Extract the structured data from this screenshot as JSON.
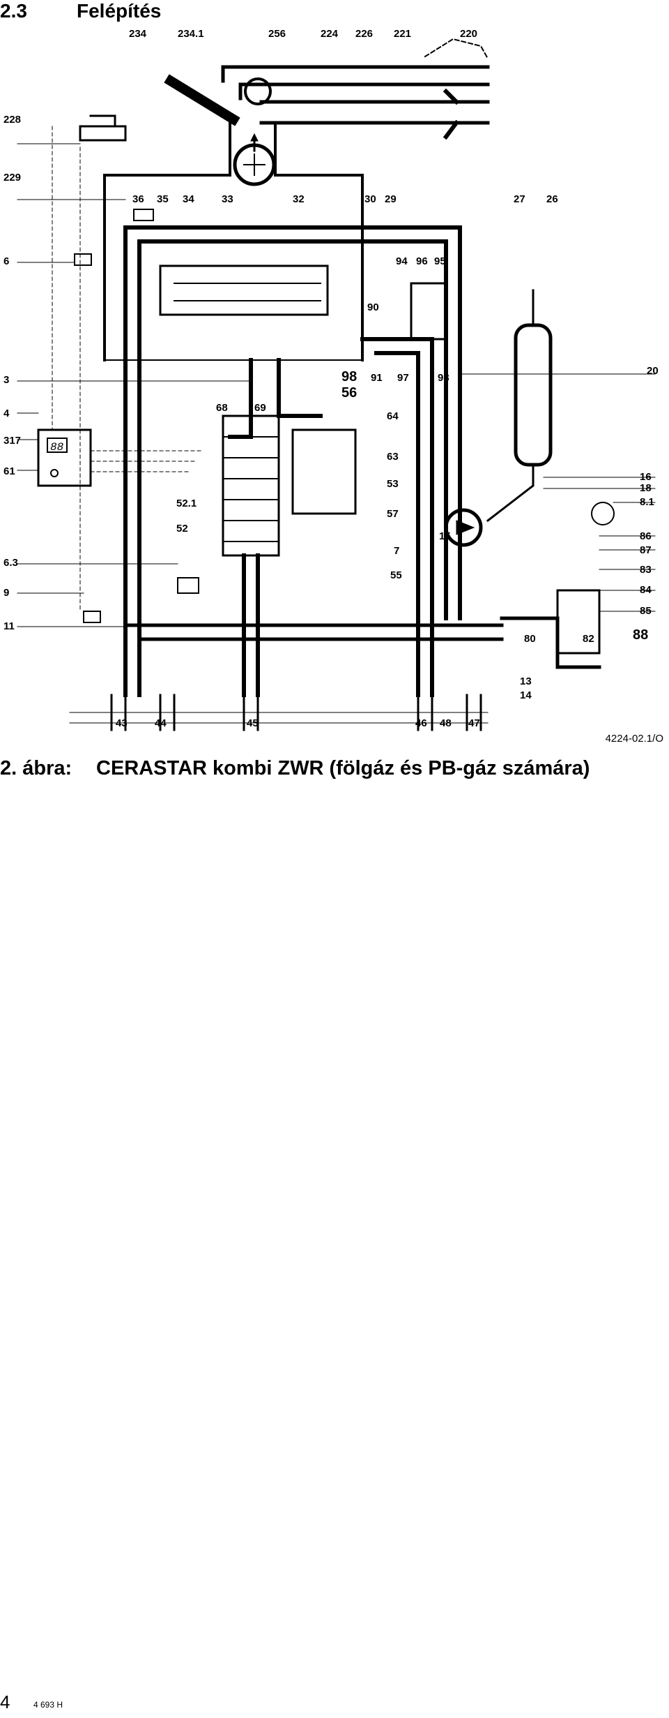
{
  "section": {
    "number": "2.3",
    "title": "Felépítés"
  },
  "diagram": {
    "labels": [
      "234",
      "234.1",
      "256",
      "224",
      "226",
      "221",
      "220",
      "228",
      "229",
      "36",
      "35",
      "34",
      "33",
      "32",
      "30",
      "29",
      "27",
      "26",
      "6",
      "94",
      "96",
      "95",
      "90",
      "98",
      "91",
      "97",
      "93",
      "20",
      "3",
      "56",
      "68",
      "69",
      "64",
      "4",
      "317",
      "61",
      "63",
      "53",
      "16",
      "18",
      "8.1",
      "52.1",
      "57",
      "86",
      "87",
      "83",
      "52",
      "7",
      "15",
      "6.3",
      "55",
      "9",
      "84",
      "85",
      "11",
      "88",
      "80",
      "82",
      "13",
      "14",
      "43",
      "44",
      "45",
      "46",
      "48",
      "47"
    ],
    "display_digits": "88"
  },
  "figure_ref": "4224-02.1/O",
  "caption": {
    "fig_number": "2. ábra:",
    "text": "CERASTAR kombi ZWR (fölgáz és PB-gáz számára)"
  },
  "footer": {
    "page_number": "4",
    "doc_code": "4 693 H"
  }
}
